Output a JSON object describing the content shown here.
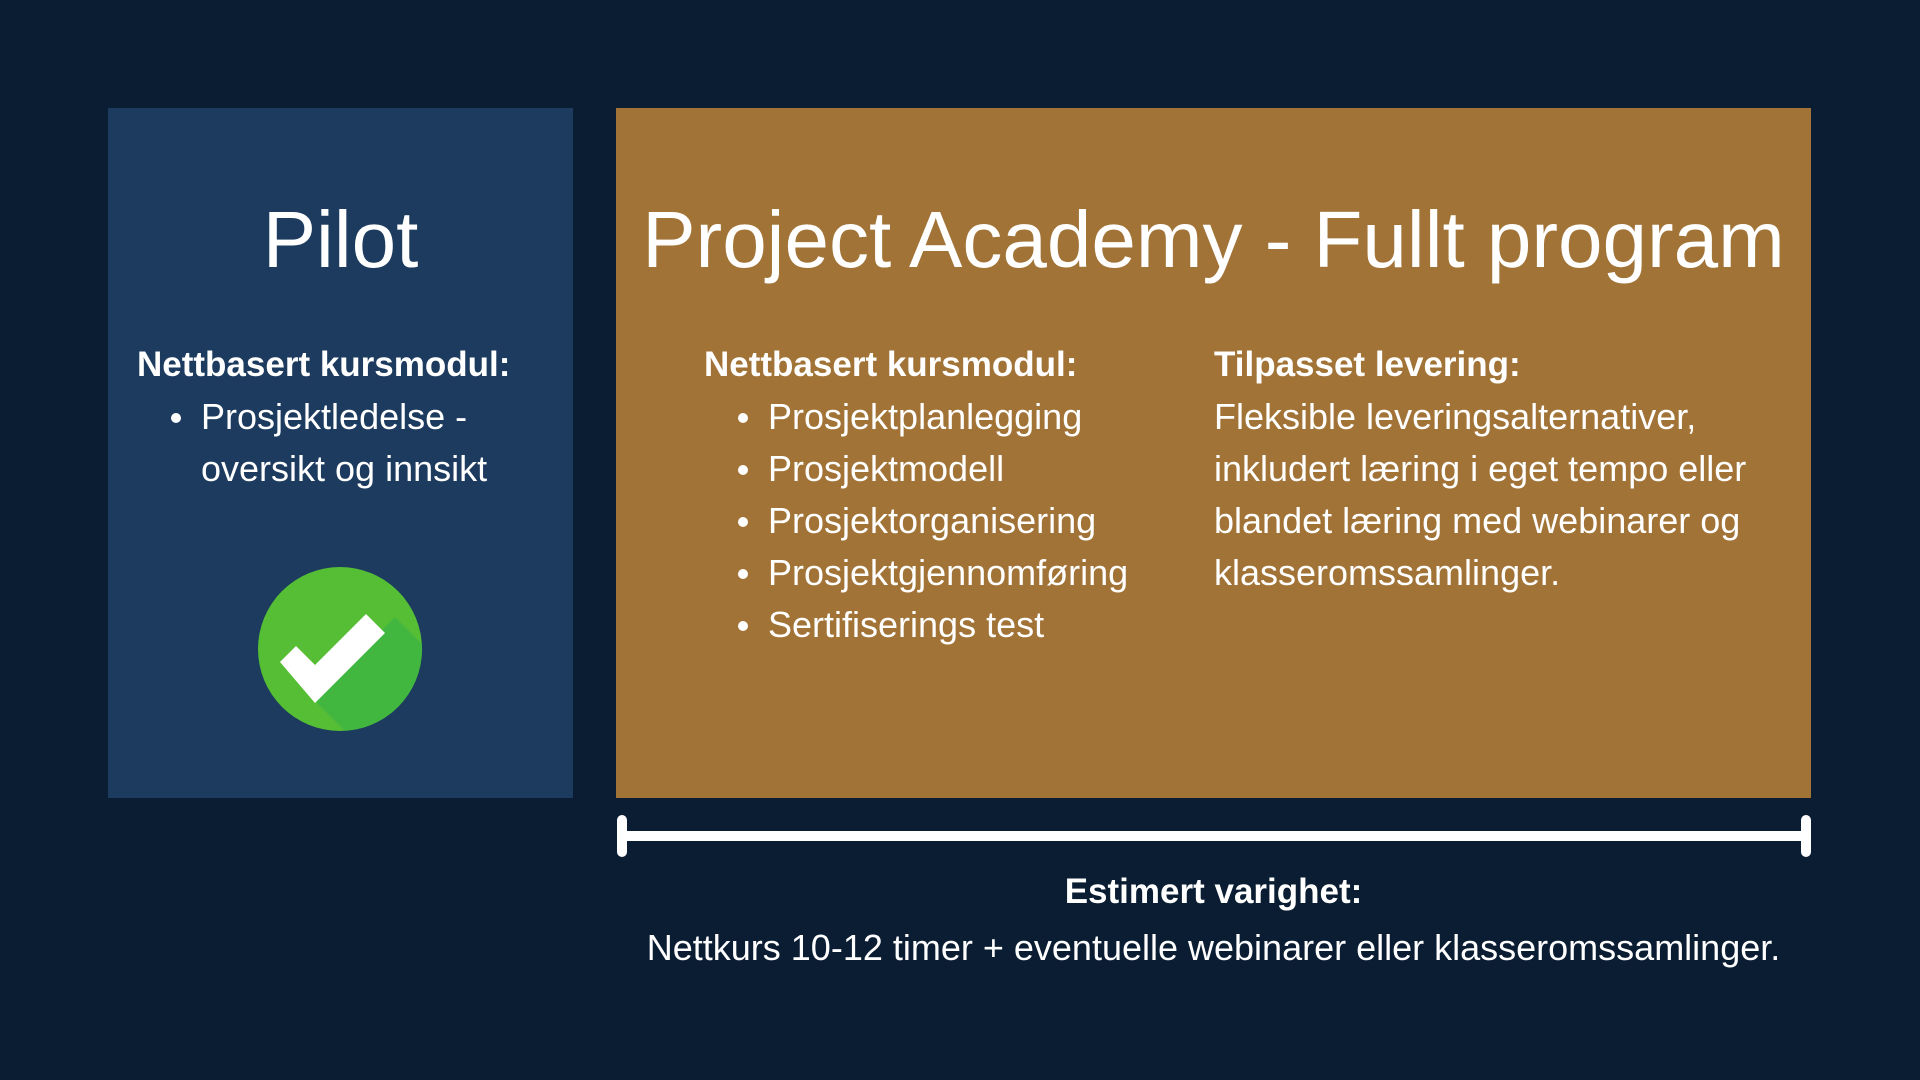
{
  "pilot": {
    "title": "Pilot",
    "heading": "Nettbasert kursmodul:",
    "items": [
      "Prosjektledelse -",
      "oversikt og innsikt"
    ],
    "status_icon": "check-circle-icon"
  },
  "full_program": {
    "title": "Project Academy - Fullt program",
    "modules_heading": "Nettbasert kursmodul:",
    "modules": [
      "Prosjektplanlegging",
      "Prosjektmodell",
      "Prosjektorganisering",
      "Prosjektgjennomføring",
      "Sertifiserings test"
    ],
    "delivery_heading": "Tilpasset levering:",
    "delivery_lines": [
      "Fleksible leveringsalternativer,",
      "inkludert læring i eget tempo eller",
      "blandet læring med webinarer og",
      "klasseromssamlinger."
    ]
  },
  "duration": {
    "heading": "Estimert varighet:",
    "text": "Nettkurs 10-12 timer + eventuelle webinarer eller klasseromssamlinger."
  },
  "colors": {
    "background": "#0a1d33",
    "pilot": "#1c3b5e",
    "full": "#a27336",
    "check": "#56be35"
  }
}
